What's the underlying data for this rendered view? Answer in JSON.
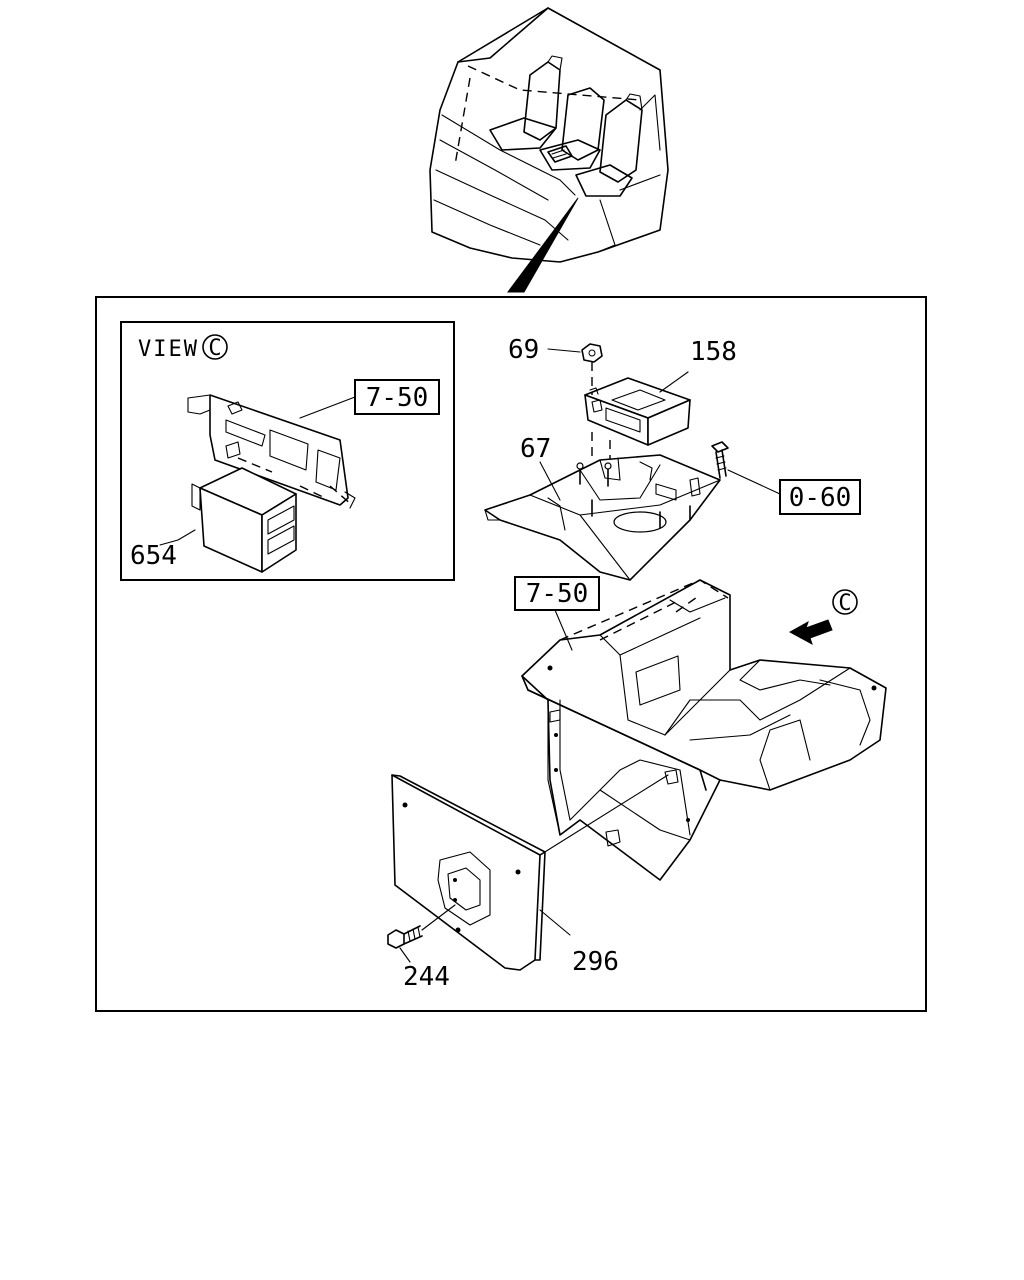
{
  "view": {
    "label": "VIEW",
    "marker": "C"
  },
  "direction_marker": "C",
  "callouts": {
    "p69": "69",
    "p158": "158",
    "p67": "67",
    "p654": "654",
    "p244": "244",
    "p296": "296"
  },
  "references": {
    "ref_750_view": "7-50",
    "ref_750_main": "7-50",
    "ref_060": "0-60"
  }
}
